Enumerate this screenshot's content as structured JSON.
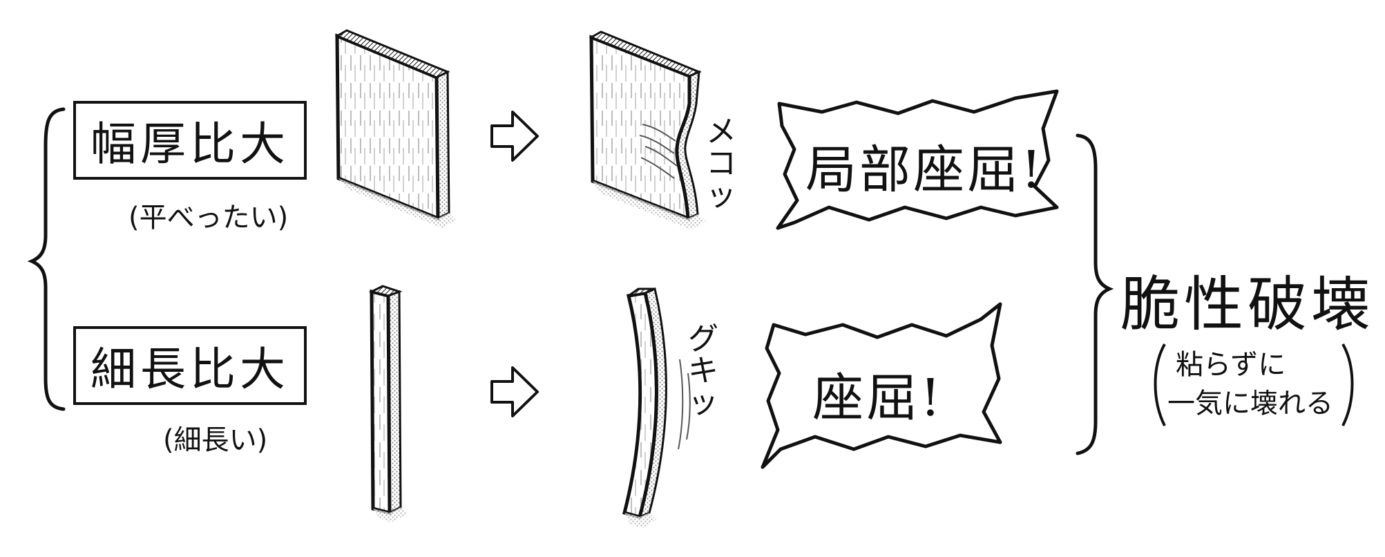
{
  "left_column": {
    "top": {
      "label": "幅厚比大",
      "note": "(平べったい)"
    },
    "bottom": {
      "label": "細長比大",
      "note": "(細長い)"
    }
  },
  "sound_effects": {
    "top": "メコッ",
    "bottom": "グキッ"
  },
  "bursts": {
    "top": "局部座屈!",
    "bottom": "座屈!"
  },
  "result": {
    "title": "脆性破壊",
    "note_line1": "粘らずに",
    "note_line2": "一気に壊れる"
  },
  "colors": {
    "ink": "#111111",
    "paper": "#ffffff",
    "screen_tone": "#9a9a9a"
  },
  "icons": [
    "left-brace",
    "right-arrow-outline",
    "right-brace"
  ]
}
